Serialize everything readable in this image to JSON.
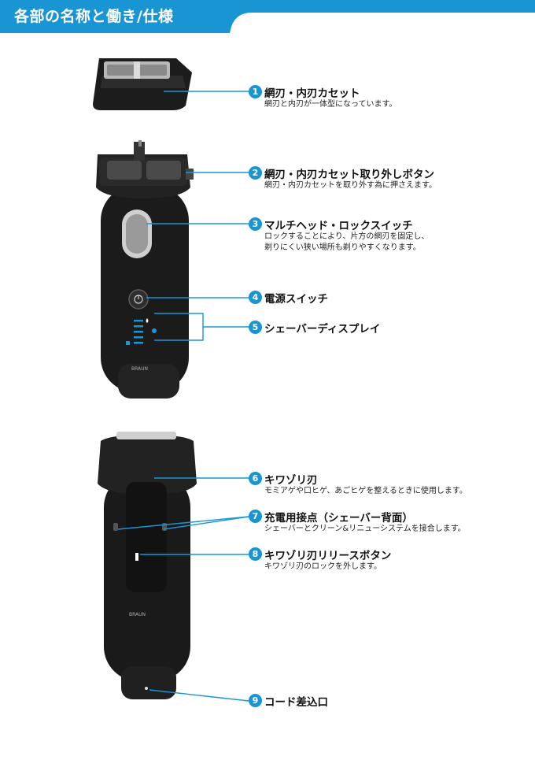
{
  "header": {
    "title": "各部の名称と働き/仕様",
    "bg_color": "#1a95d4"
  },
  "accent_color": "#1a95d4",
  "brand": "BRAUN",
  "parts": [
    {
      "num": "1",
      "title": "網刃・内刃カセット",
      "desc": [
        "網刃と内刃が一体型になっています。"
      ]
    },
    {
      "num": "2",
      "title": "網刃・内刃カセット取り外しボタン",
      "desc": [
        "網刃・内刃カセットを取り外す為に押さえます。"
      ]
    },
    {
      "num": "3",
      "title": "マルチヘッド・ロックスイッチ",
      "desc": [
        "ロックすることにより、片方の網刃を固定し、",
        "剃りにくい狭い場所も剃りやすくなります。"
      ]
    },
    {
      "num": "4",
      "title": "電源スイッチ",
      "desc": []
    },
    {
      "num": "5",
      "title": "シェーバーディスプレイ",
      "desc": []
    },
    {
      "num": "6",
      "title": "キワゾリ刃",
      "desc": [
        "モミアゲや口ヒゲ、あごヒゲを整えるときに使用します。"
      ]
    },
    {
      "num": "7",
      "title": "充電用接点（シェーバー背面）",
      "desc": [
        "シェーバーとクリーン&リニューシステムを接合します。"
      ]
    },
    {
      "num": "8",
      "title": "キワゾリ刃リリースボタン",
      "desc": [
        "キワゾリ刃のロックを外します。"
      ]
    },
    {
      "num": "9",
      "title": "コード差込口",
      "desc": []
    }
  ]
}
